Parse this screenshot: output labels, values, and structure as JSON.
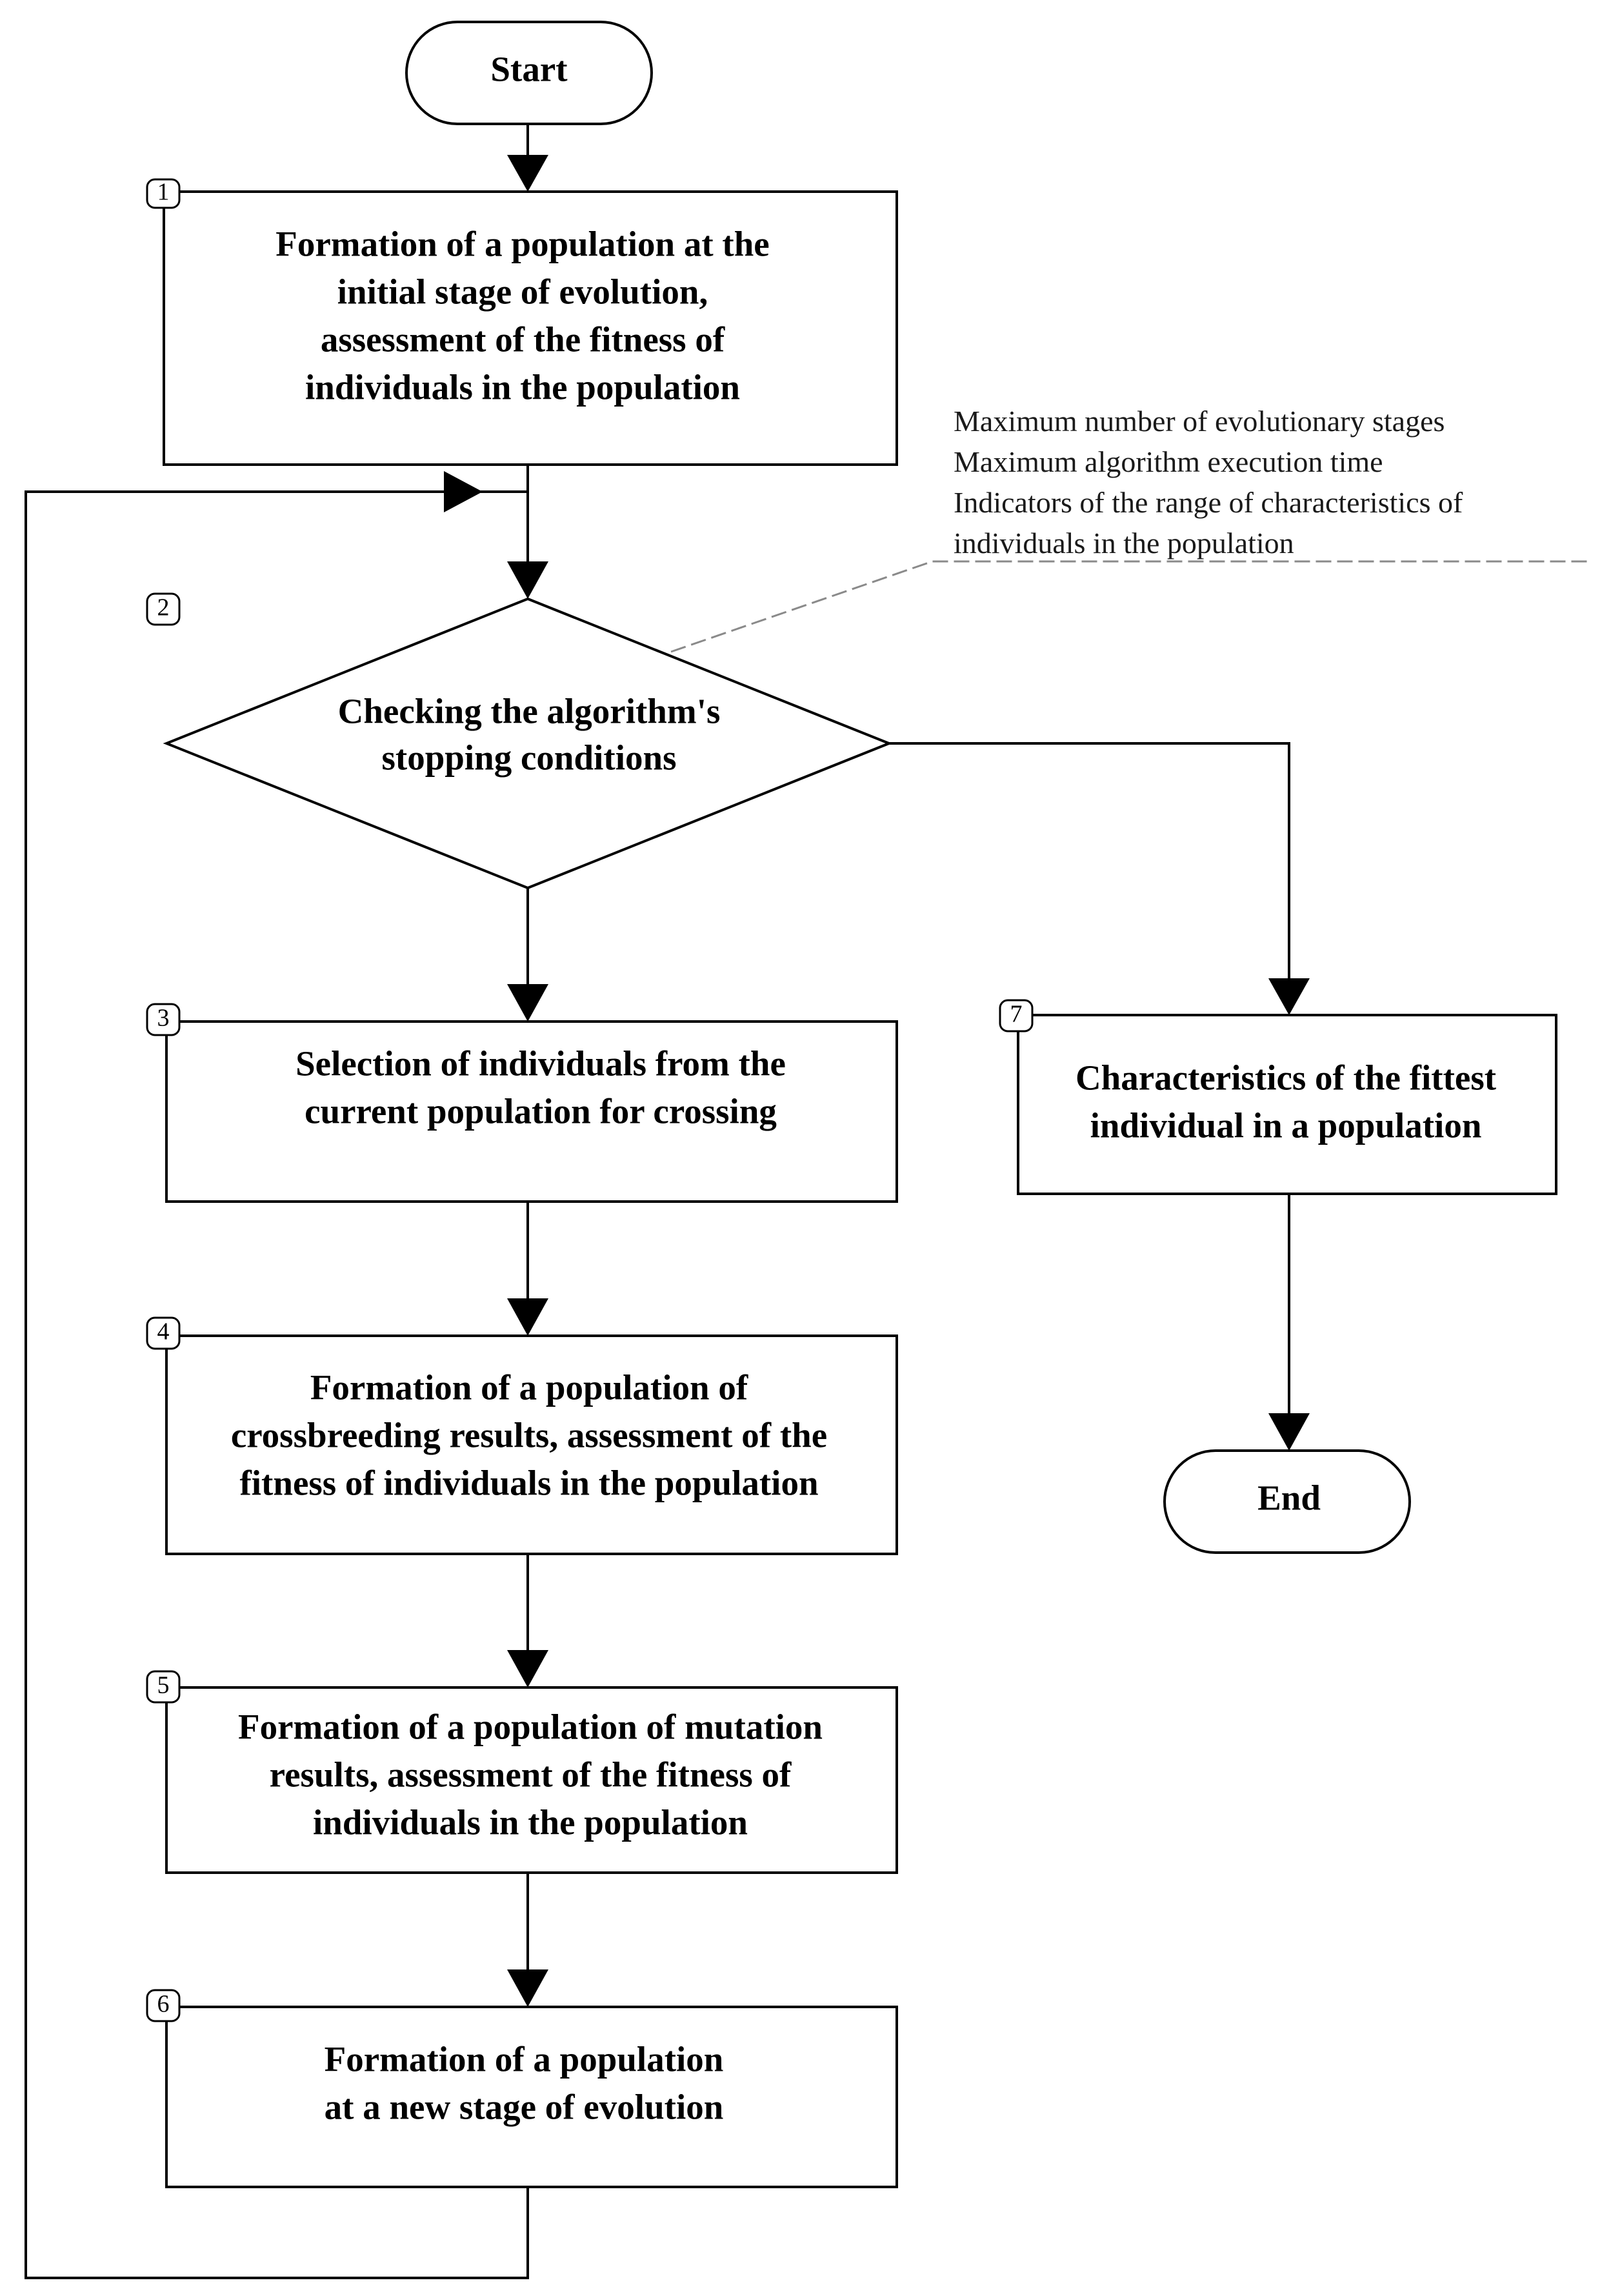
{
  "nodes": {
    "start": {
      "lines": [
        "Start"
      ]
    },
    "step1": {
      "number": "1",
      "lines": [
        "Formation of a population at the",
        "initial stage of evolution,",
        "assessment of the fitness of",
        "individuals in the population"
      ]
    },
    "step2": {
      "number": "2",
      "lines": [
        "Checking the algorithm's",
        "stopping conditions"
      ]
    },
    "step3": {
      "number": "3",
      "lines": [
        "Selection of individuals from the",
        "current population for crossing"
      ]
    },
    "step4": {
      "number": "4",
      "lines": [
        "Formation of a population of",
        "crossbreeding results, assessment of the",
        "fitness of individuals in the population"
      ]
    },
    "step5": {
      "number": "5",
      "lines": [
        "Formation of a population of mutation",
        "results, assessment of the fitness of",
        "individuals in the population"
      ]
    },
    "step6": {
      "number": "6",
      "lines": [
        "Formation of a population",
        "at a new stage of evolution"
      ]
    },
    "step7": {
      "number": "7",
      "lines": [
        "Characteristics of the fittest",
        "individual in a population"
      ]
    },
    "end": {
      "lines": [
        "End"
      ]
    }
  },
  "stopping_conditions_note": {
    "lines": [
      "Maximum number of evolutionary stages",
      "Maximum algorithm execution time",
      "Indicators of the range of characteristics of",
      "individuals in the population"
    ]
  }
}
